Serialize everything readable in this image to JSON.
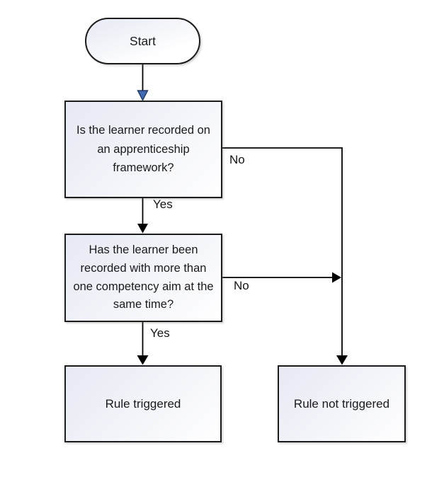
{
  "diagram": {
    "type": "flowchart",
    "nodes": {
      "start": {
        "label": "Start",
        "shape": "terminator"
      },
      "question1": {
        "label": "Is the learner recorded on an apprenticeship framework?",
        "shape": "process"
      },
      "question2": {
        "label": "Has the learner been recorded with more than one competency aim at the same time?",
        "shape": "process"
      },
      "rule_triggered": {
        "label": "Rule triggered",
        "shape": "process"
      },
      "rule_not_triggered": {
        "label": "Rule not triggered",
        "shape": "process"
      }
    },
    "edges": {
      "start_to_q1": {
        "label": ""
      },
      "q1_yes": {
        "label": "Yes"
      },
      "q1_no": {
        "label": "No"
      },
      "q2_yes": {
        "label": "Yes"
      },
      "q2_no": {
        "label": "No"
      }
    },
    "colors": {
      "line": "#000000",
      "node_border": "#1c1c1c",
      "node_fill_a": "#e6e9f4",
      "node_fill_b": "#ffffff",
      "arrowhead_black": "#000000",
      "arrowhead_blue_fill": "#3f6bb6",
      "arrowhead_blue_stroke": "#1f3864"
    }
  }
}
